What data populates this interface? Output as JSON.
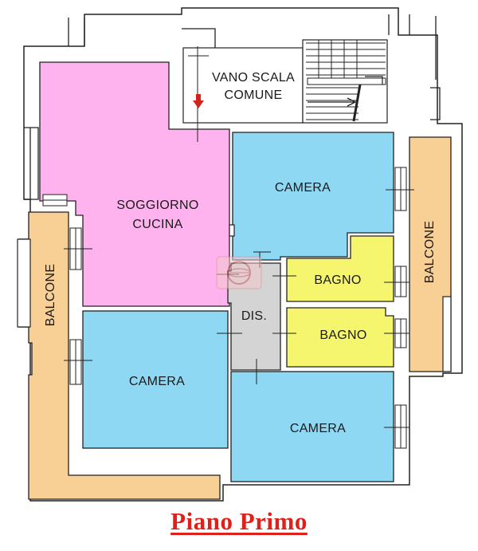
{
  "title": "Piano Primo",
  "colors": {
    "living": "#ffb3ee",
    "bedroom": "#8fd8f3",
    "bathroom": "#f6f56e",
    "hall": "#d4d4d4",
    "balcony": "#f8cf95",
    "wall": "#ffffff",
    "outline": "#222222",
    "title": "#e0201a",
    "marker": "#d4231d"
  },
  "rooms": {
    "stair": "VANO SCALA\nCOMUNE",
    "living": "SOGGIORNO\nCUCINA",
    "bedroom_top_right": "CAMERA",
    "bathroom_upper": "BAGNO",
    "bathroom_lower": "BAGNO",
    "hall": "DIS.",
    "bedroom_left": "CAMERA",
    "bedroom_bottom_right": "CAMERA",
    "balcony_left": "BALCONE",
    "balcony_right": "BALCONE"
  }
}
